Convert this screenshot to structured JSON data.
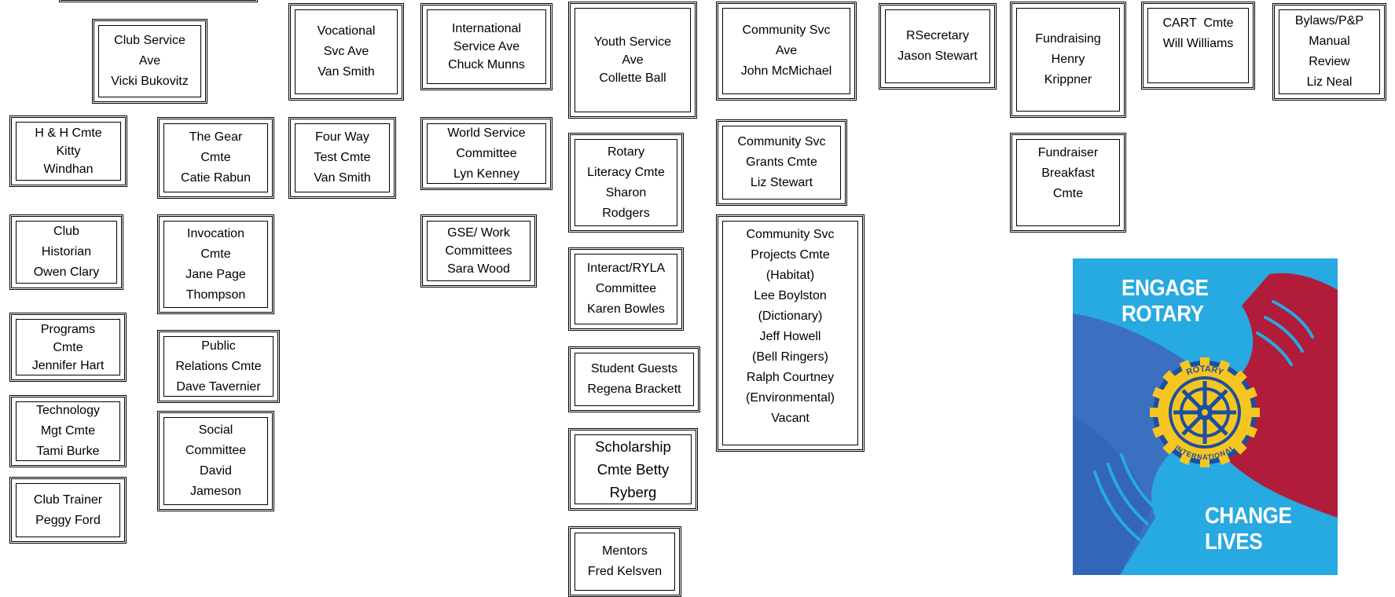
{
  "chart": {
    "title_box": [],
    "club_service": [
      "Club Service",
      "Ave",
      "Vicki Bukovitz"
    ],
    "h_and_h": [
      "H & H Cmte",
      "Kitty",
      "Windhan"
    ],
    "club_historian": [
      "Club",
      "Historian",
      "Owen Clary"
    ],
    "programs": [
      "Programs",
      "Cmte",
      "Jennifer Hart"
    ],
    "technology": [
      "Technology",
      "Mgt Cmte",
      "Tami Burke"
    ],
    "club_trainer": [
      "Club Trainer",
      "Peggy Ford"
    ],
    "gear": [
      "The Gear",
      "Cmte",
      "Catie Rabun"
    ],
    "invocation": [
      "Invocation",
      "Cmte",
      "Jane Page",
      "Thompson"
    ],
    "public_relations": [
      "Public",
      "Relations Cmte",
      "Dave Tavernier"
    ],
    "social": [
      "Social",
      "Committee",
      "David",
      "Jameson"
    ],
    "vocational": [
      "Vocational",
      "Svc Ave",
      "Van Smith"
    ],
    "four_way": [
      "Four Way",
      "Test Cmte",
      "Van Smith"
    ],
    "international": [
      "International",
      "Service Ave",
      "Chuck Munns"
    ],
    "world_service": [
      "World Service",
      "Committee",
      "Lyn Kenney"
    ],
    "gse": [
      "GSE/ Work",
      "Committees",
      "Sara Wood"
    ],
    "youth_service": [
      "Youth Service",
      "Ave",
      "Collette Ball"
    ],
    "literacy": [
      "Rotary",
      "Literacy Cmte",
      "Sharon",
      "Rodgers"
    ],
    "interact": [
      "Interact/RYLA",
      "Committee",
      "Karen Bowles"
    ],
    "student_guests": [
      "Student Guests",
      "Regena Brackett"
    ],
    "scholarship": [
      "Scholarship",
      "Cmte Betty",
      "Ryberg"
    ],
    "mentors": [
      "Mentors",
      "Fred Kelsven"
    ],
    "community_svc": [
      "Community Svc",
      "Ave",
      "John McMichael"
    ],
    "grants": [
      "Community Svc",
      "Grants Cmte",
      "Liz Stewart"
    ],
    "projects": [
      "Community Svc",
      "Projects Cmte",
      "(Habitat)",
      "Lee Boylston",
      "(Dictionary)",
      "Jeff Howell",
      "(Bell Ringers)",
      "Ralph Courtney",
      "(Environmental)",
      "Vacant"
    ],
    "secretary": [
      "RSecretary",
      "Jason Stewart"
    ],
    "fundraising": [
      "Fundraising",
      "Henry",
      "Krippner"
    ],
    "fundraiser_breakfast": [
      "Fundraiser",
      "Breakfast",
      "Cmte"
    ],
    "cart": [
      "CART  Cmte",
      "Will Williams"
    ],
    "bylaws": [
      "Bylaws/P&P",
      "Manual",
      "Review",
      "Liz Neal"
    ]
  },
  "poster": {
    "top_text": [
      "ENGAGE",
      "ROTARY"
    ],
    "bottom_text": [
      "CHANGE",
      "LIVES"
    ],
    "emblem_top": "ROTARY",
    "emblem_bottom": "INTERNATIONAL",
    "colors": {
      "background": "#27a9e1",
      "left_hand": "#3b6fc0",
      "right_hand": "#b01c3a",
      "emblem_gold": "#f7c520",
      "emblem_blue": "#1b4fa0"
    }
  }
}
